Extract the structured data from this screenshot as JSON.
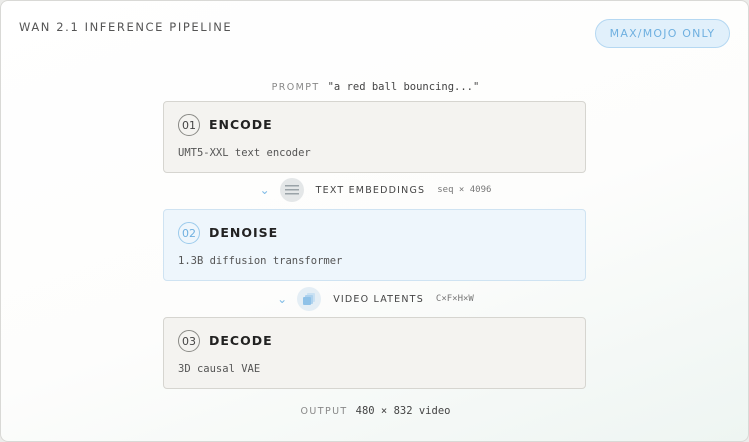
{
  "header": {
    "title": "WAN 2.1 INFERENCE PIPELINE",
    "badge": "MAX/MOJO ONLY"
  },
  "prompt": {
    "label": "PROMPT",
    "value": "\"a red ball bouncing...\""
  },
  "stages": [
    {
      "number": "01",
      "name": "ENCODE",
      "description": "UMT5-XXL text encoder"
    },
    {
      "number": "02",
      "name": "DENOISE",
      "description": "1.3B diffusion transformer"
    },
    {
      "number": "03",
      "name": "DECODE",
      "description": "3D causal VAE"
    }
  ],
  "connectors": [
    {
      "label": "TEXT EMBEDDINGS",
      "shape": "seq × 4096",
      "icon": "lines-icon"
    },
    {
      "label": "VIDEO LATENTS",
      "shape": "C×F×H×W",
      "icon": "layers-icon"
    }
  ],
  "output": {
    "label": "OUTPUT",
    "value": "480 × 832 video"
  },
  "colors": {
    "accent": "#6fb0e0",
    "active_stage": "#eef6fc",
    "stage": "#f4f3f0"
  }
}
